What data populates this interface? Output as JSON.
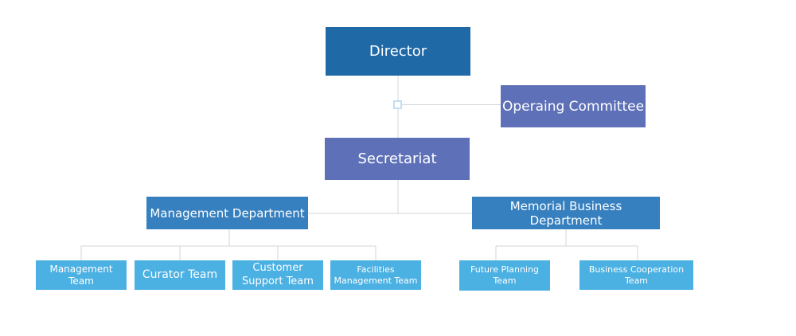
{
  "colors": {
    "top_level": "#1F69A7",
    "staff_level": "#5E71B8",
    "department": "#3680BF",
    "team": "#4BB0E2",
    "connector": "#D2D5DA",
    "junction": "#C4DDEF"
  },
  "nodes": {
    "director": "Director",
    "committee": "Operaing Committee",
    "secretariat": "Secretariat",
    "management_department": "Management Department",
    "memorial_department": "Memorial Business Department"
  },
  "teams": {
    "management_team": "Management Team",
    "curator_team": "Curator Team",
    "customer_support_team": "Customer Support Team",
    "facilities_management_team": "Facilities Management Team",
    "future_planning_team": "Future Planning Team",
    "business_cooperation_team": "Business Cooperation Team"
  }
}
